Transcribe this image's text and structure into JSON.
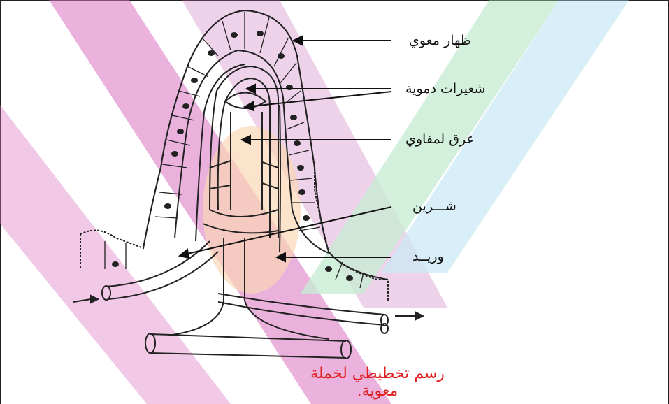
{
  "labels": {
    "epithelium": "ظهار معوي",
    "capillaries": "شعيرات دموية",
    "lacteal": "عرق لمفاوي",
    "artery": "شـــرين",
    "vein": "وريــد"
  },
  "caption": "رسم تخطيطي لخملة معوية.",
  "colors": {
    "caption": "#e02020",
    "line": "#222222",
    "watermark_magenta": "#c04aa8",
    "watermark_orange": "#f4a25a",
    "watermark_green": "#7ed09a",
    "watermark_blue": "#7ec8e8"
  }
}
